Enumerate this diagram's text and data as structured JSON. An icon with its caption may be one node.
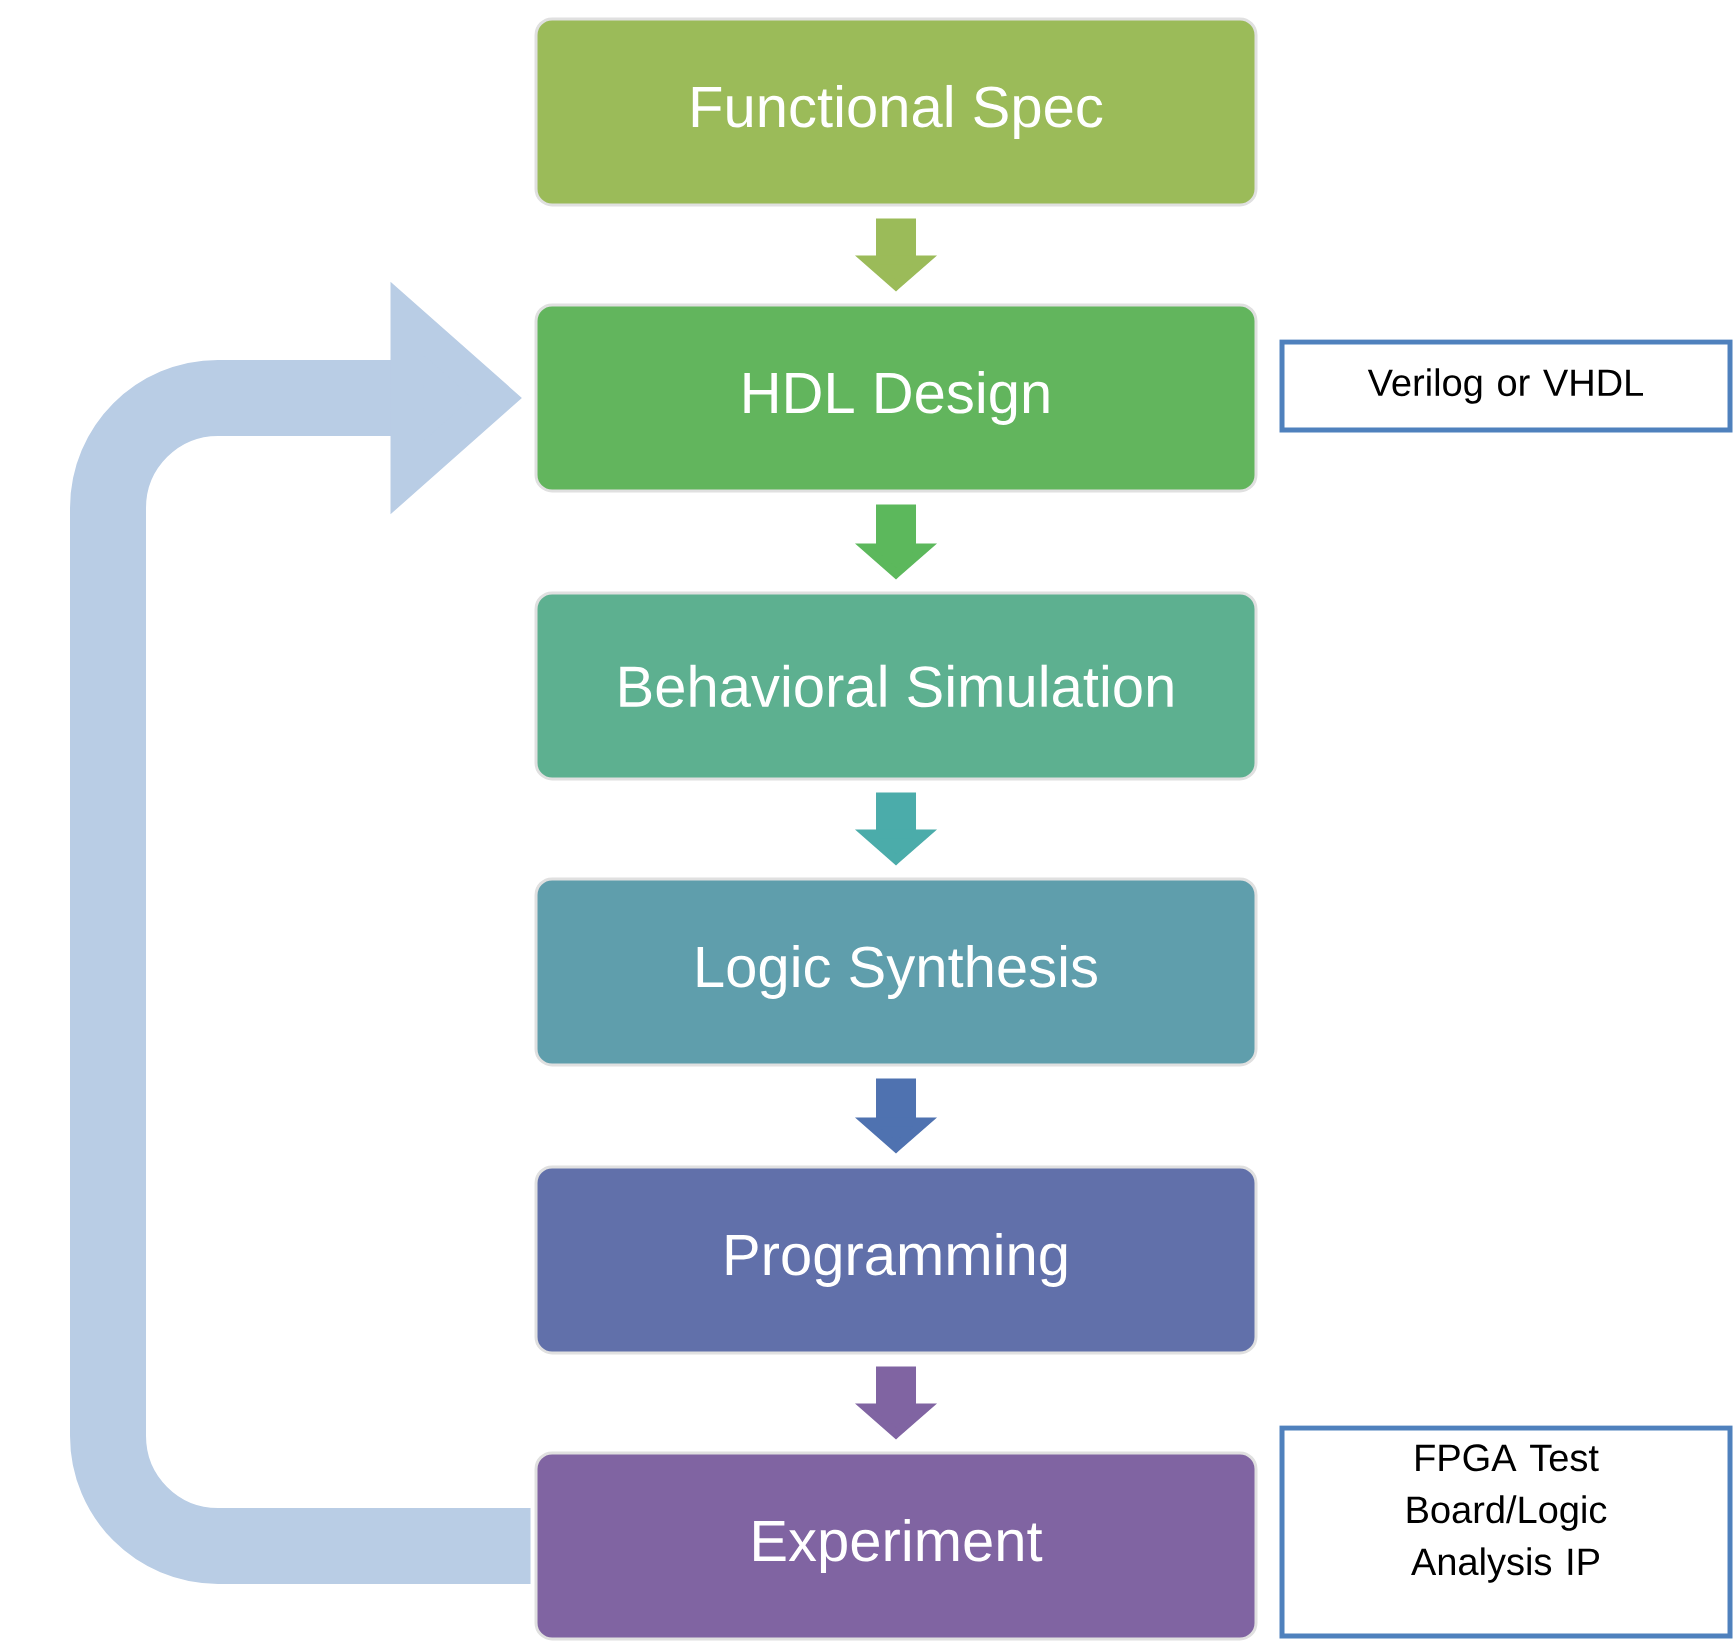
{
  "diagram": {
    "nodes": [
      {
        "text": [
          "Functional Spec"
        ]
      },
      {
        "text": [
          "HDL Design"
        ]
      },
      {
        "text": [
          "Behavioral Simulation"
        ]
      },
      {
        "text": [
          "Logic Synthesis"
        ]
      },
      {
        "text": [
          "Programming"
        ]
      },
      {
        "text": [
          "Experiment"
        ]
      },
      {
        "text": [
          "Verilog or VHDL"
        ]
      },
      {
        "text": [
          "FPGA Test Board/Logic Analysis IP"
        ]
      }
    ],
    "edges": [
      {
        "from": 0,
        "to": 1,
        "arrow": "to",
        "color": "#9bbb59"
      },
      {
        "from": 1,
        "to": 2,
        "arrow": "to",
        "color": "#5cb85c"
      },
      {
        "from": 2,
        "to": 3,
        "arrow": "to",
        "color": "#4bacaa"
      },
      {
        "from": 3,
        "to": 4,
        "arrow": "to",
        "color": "#4f72b0"
      },
      {
        "from": 4,
        "to": 5,
        "arrow": "to",
        "color": "#8064a2"
      },
      {
        "from": 5,
        "to": 1,
        "arrow": "to",
        "style": "thick",
        "color": "#b9cde5"
      }
    ]
  }
}
